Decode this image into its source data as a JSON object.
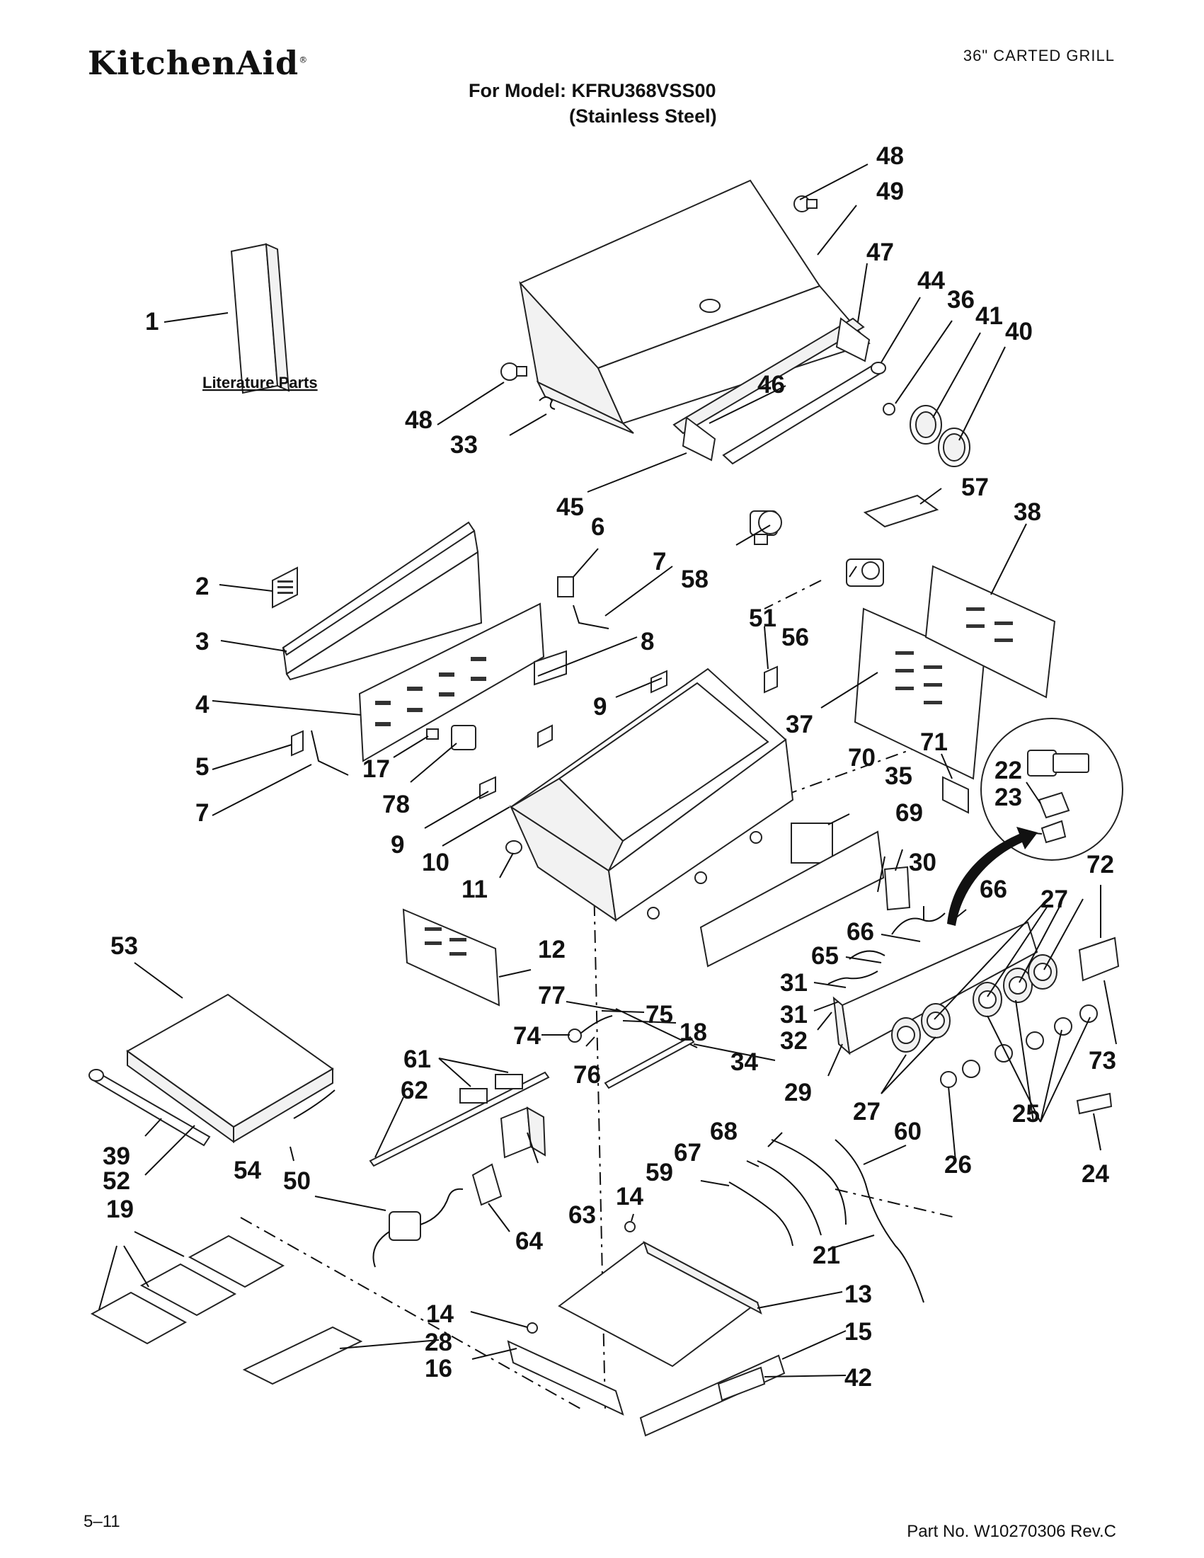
{
  "header": {
    "brand": "KitchenAid",
    "product": "36\" CARTED GRILL",
    "model_line": "For Model: KFRU368VSS00",
    "finish_line": "(Stainless Steel)"
  },
  "diagram": {
    "literature_label": "Literature Parts",
    "callouts": [
      "48",
      "49",
      "47",
      "44",
      "36",
      "41",
      "40",
      "1",
      "46",
      "48",
      "33",
      "45",
      "6",
      "58",
      "57",
      "38",
      "2",
      "7",
      "3",
      "8",
      "51",
      "56",
      "4",
      "9",
      "37",
      "5",
      "17",
      "71",
      "7",
      "78",
      "22",
      "70",
      "23",
      "35",
      "69",
      "9",
      "10",
      "11",
      "30",
      "66",
      "53",
      "12",
      "72",
      "27",
      "66",
      "65",
      "77",
      "31",
      "75",
      "74",
      "18",
      "31",
      "32",
      "73",
      "34",
      "61",
      "76",
      "29",
      "62",
      "27",
      "25",
      "39",
      "52",
      "54",
      "50",
      "68",
      "67",
      "60",
      "26",
      "59",
      "24",
      "19",
      "63",
      "14",
      "64",
      "21",
      "13",
      "14",
      "28",
      "15",
      "42",
      "16"
    ]
  },
  "footer": {
    "page": "5–11",
    "part_no": "Part No. W10270306 Rev.C"
  }
}
